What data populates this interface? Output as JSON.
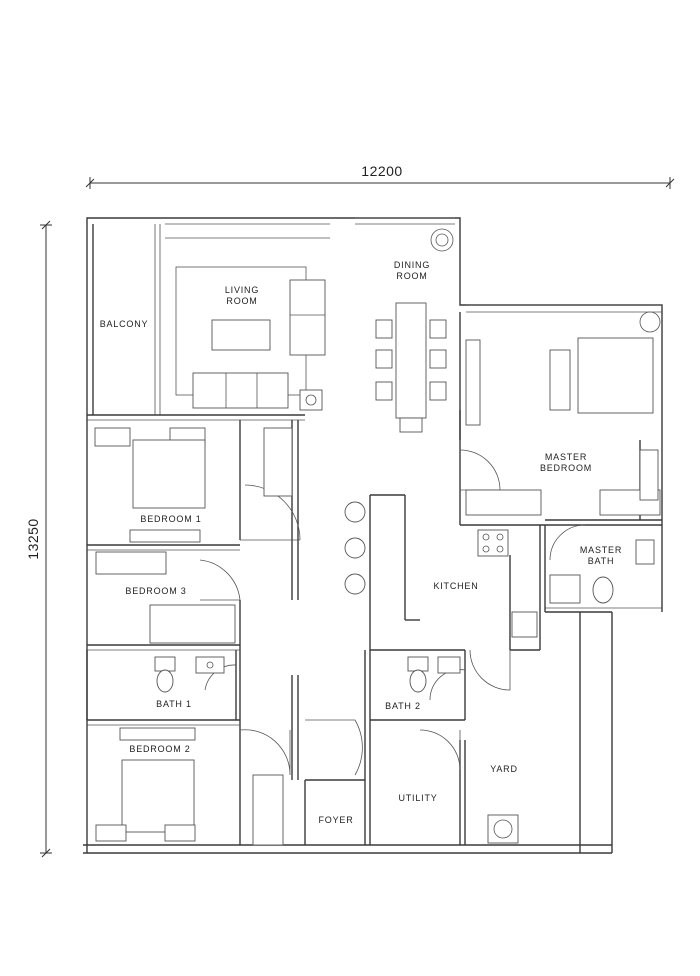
{
  "dimensions": {
    "width": "12200",
    "height": "13250"
  },
  "rooms": {
    "balcony": "BALCONY",
    "living_line1": "LIVING",
    "living_line2": "ROOM",
    "dining_line1": "DINING",
    "dining_line2": "ROOM",
    "master_line1": "MASTER",
    "master_line2": "BEDROOM",
    "bedroom1": "BEDROOM 1",
    "bedroom3": "BEDROOM 3",
    "kitchen": "KITCHEN",
    "master_bath_line1": "MASTER",
    "master_bath_line2": "BATH",
    "bath1": "BATH 1",
    "bath2": "BATH 2",
    "bedroom2": "BEDROOM 2",
    "yard": "YARD",
    "utility": "UTILITY",
    "foyer": "FOYER"
  }
}
